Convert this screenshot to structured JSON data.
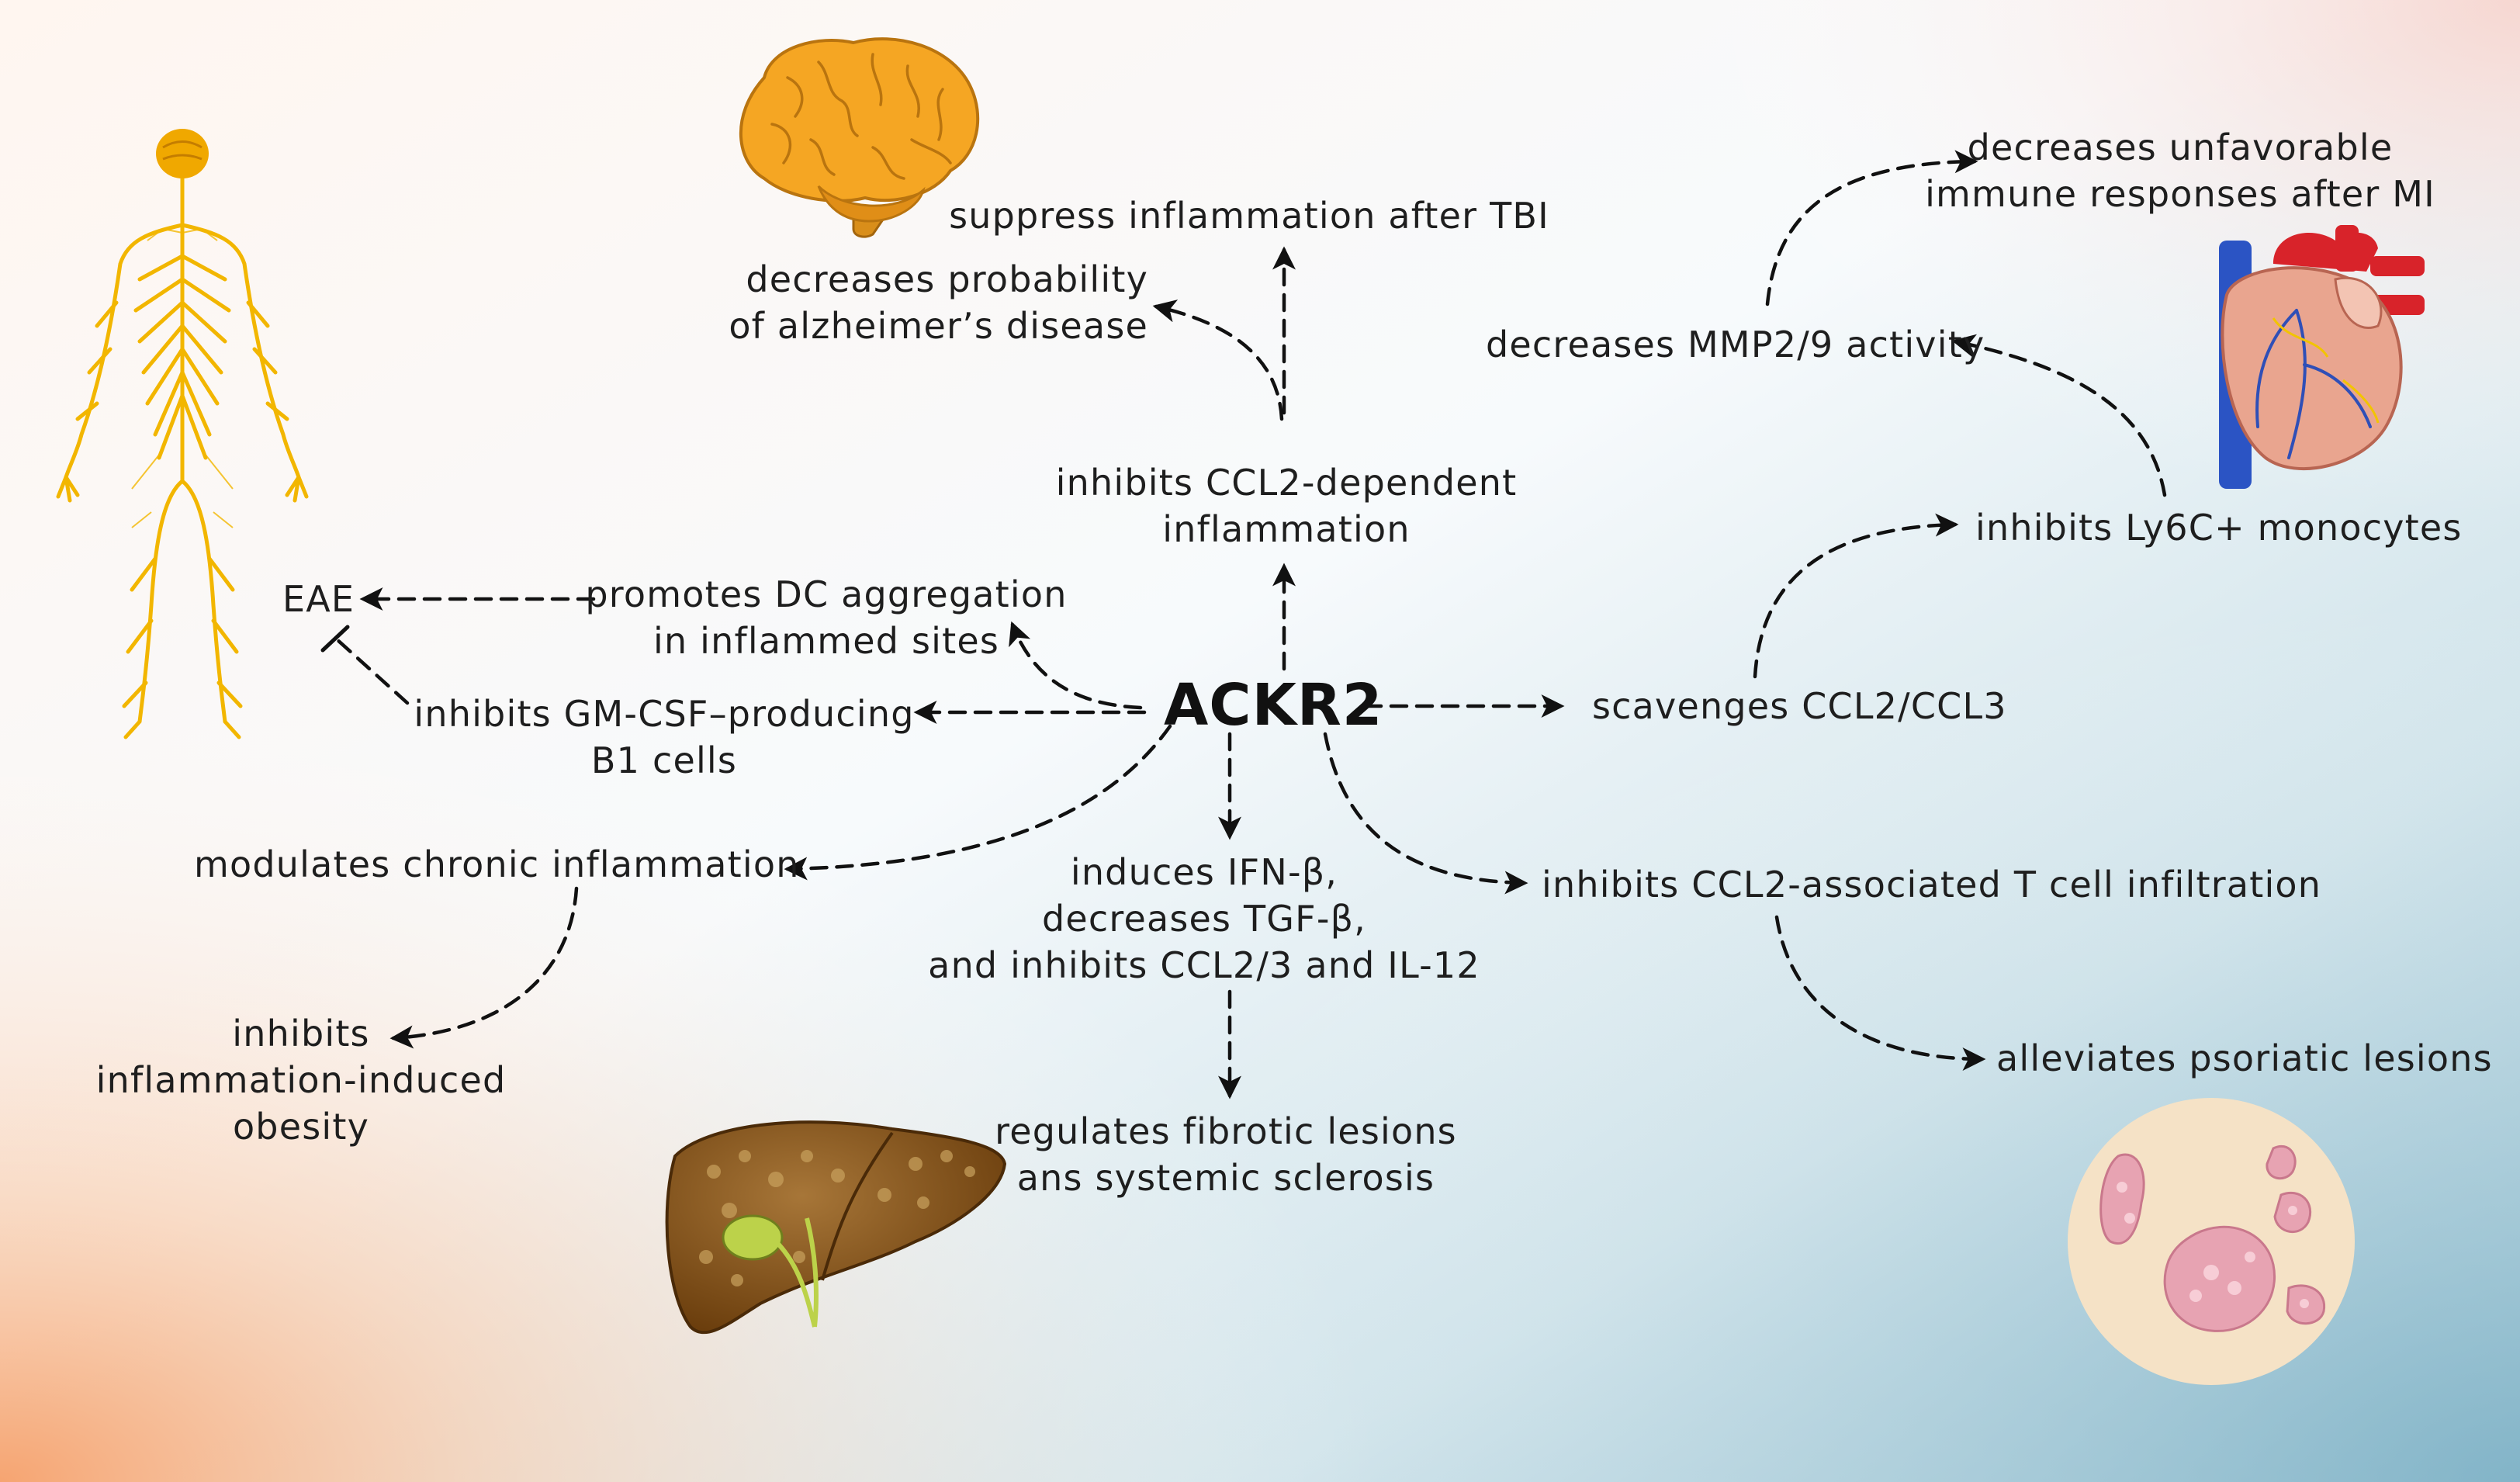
{
  "hub": "ACKR2",
  "labels": {
    "suppress_tbi": [
      "suppress inflammation after TBI"
    ],
    "alzheimer": [
      "decreases probability",
      "of alzheimer’s disease"
    ],
    "ccl2_dependent": [
      "inhibits CCL2-dependent",
      "inflammation"
    ],
    "dc_aggregation": [
      "promotes DC aggregation",
      "in inflammed sites"
    ],
    "eae": [
      "EAE"
    ],
    "gmcsf_b1": [
      "inhibits GM-CSF–producing",
      "B1 cells"
    ],
    "chronic": [
      "modulates chronic inflammation"
    ],
    "obesity": [
      "inhibits",
      "inflammation-induced",
      "obesity"
    ],
    "ifn": [
      "induces IFN-β,",
      "decreases TGF-β,",
      "and inhibits CCL2/3 and IL-12"
    ],
    "fibrotic": [
      "regulates fibrotic lesions",
      "ans systemic sclerosis"
    ],
    "scavenges": [
      "scavenges CCL2/CCL3"
    ],
    "ly6c": [
      "inhibits Ly6C+ monocytes"
    ],
    "mmp": [
      "decreases MMP2/9 activity"
    ],
    "unfavorable": [
      "decreases unfavorable",
      "immune responses after MI"
    ],
    "tcell": [
      "inhibits CCL2-associated T cell infiltration"
    ],
    "psoriatic": [
      "alleviates psoriatic lesions"
    ]
  },
  "icons": [
    "nervous-system-icon",
    "brain-icon",
    "heart-icon",
    "liver-icon",
    "psoriasis-skin-icon"
  ],
  "colors": {
    "nerve": "#f2b600",
    "brain": "#f5a623",
    "liver": "#7a4a10",
    "skin": "#f5e2c6",
    "lesion": "#e9a6b4",
    "arrow": "#111111",
    "bg_peach": "#f9c39e",
    "bg_blue": "#8fbfcf"
  }
}
